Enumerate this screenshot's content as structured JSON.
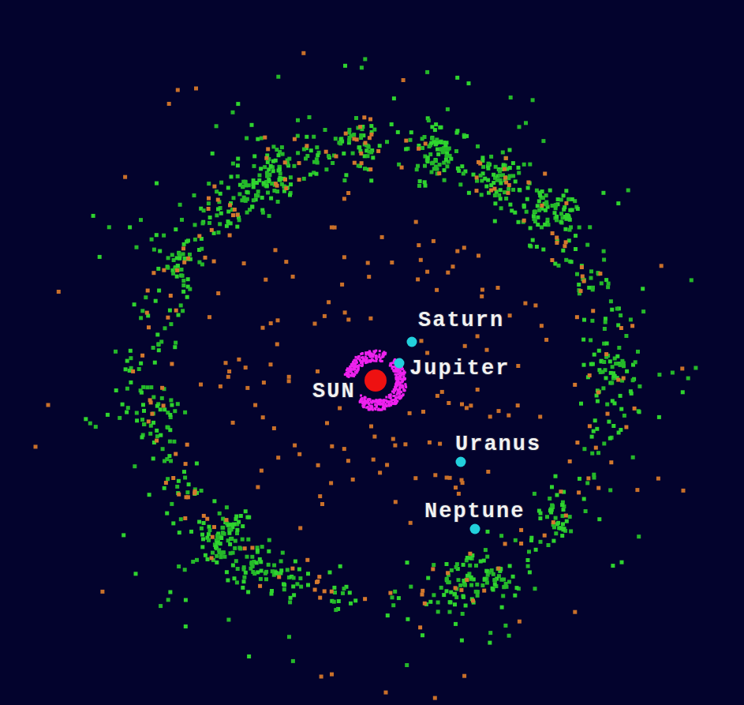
{
  "diagram": {
    "labels": [
      "Saturn",
      "Jupiter",
      "SUN",
      "Uranus",
      "Neptune"
    ]
  }
}
